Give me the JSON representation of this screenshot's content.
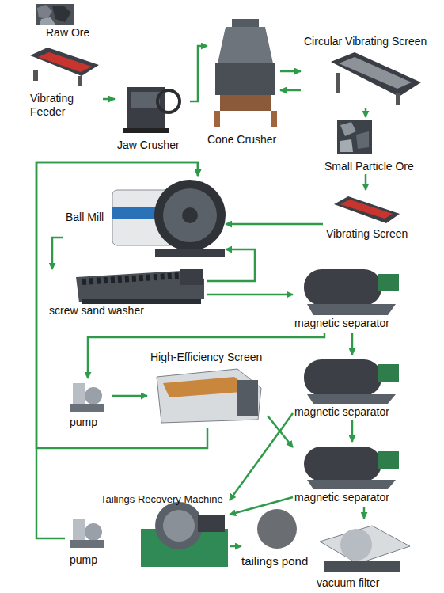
{
  "diagram": {
    "nodes": [
      {
        "text": [
          "Raw Ore"
        ]
      },
      {
        "text": [
          "Vibrating Feeder"
        ]
      },
      {
        "text": [
          "Jaw Crusher"
        ]
      },
      {
        "text": [
          "Cone Crusher"
        ]
      },
      {
        "text": [
          "Circular Vibrating Screen"
        ]
      },
      {
        "text": [
          "Small Particle Ore"
        ]
      },
      {
        "text": [
          "Ball Mill"
        ]
      },
      {
        "text": [
          "Vibrating Screen"
        ]
      },
      {
        "text": [
          "screw sand washer"
        ]
      },
      {
        "text": [
          "magnetic separator"
        ]
      },
      {
        "text": [
          "pump"
        ]
      },
      {
        "text": [
          "High-Efficiency Screen"
        ]
      },
      {
        "text": [
          "magnetic separator"
        ]
      },
      {
        "text": [
          "magnetic separator"
        ]
      },
      {
        "text": [
          "Tailings Recovery Machine"
        ]
      },
      {
        "text": [
          "pump"
        ]
      },
      {
        "text": [
          "tailings pond"
        ]
      },
      {
        "text": [
          "vacuum filter"
        ]
      }
    ],
    "edges": [
      {
        "from": 1,
        "to": 2,
        "arrow": "to"
      },
      {
        "from": 2,
        "to": 3,
        "arrow": "to"
      },
      {
        "from": 3,
        "to": 4,
        "arrow": "to"
      },
      {
        "from": 4,
        "to": 3,
        "arrow": "to"
      },
      {
        "from": 4,
        "to": 5,
        "arrow": "to"
      },
      {
        "from": 5,
        "to": 7,
        "arrow": "to"
      },
      {
        "from": 7,
        "to": 6,
        "arrow": "to"
      },
      {
        "from": 6,
        "to": 8,
        "arrow": "to"
      },
      {
        "from": 8,
        "to": 6,
        "arrow": "to"
      },
      {
        "from": 8,
        "to": 9,
        "arrow": "to"
      },
      {
        "from": 9,
        "to": 10,
        "arrow": "to"
      },
      {
        "from": 9,
        "to": 12,
        "arrow": "to"
      },
      {
        "from": 10,
        "to": 11,
        "arrow": "to"
      },
      {
        "from": 11,
        "to": 13,
        "arrow": "to"
      },
      {
        "from": 11,
        "to": 6,
        "arrow": "to"
      },
      {
        "from": 12,
        "to": 13,
        "arrow": "to"
      },
      {
        "from": 12,
        "to": 14,
        "arrow": "to"
      },
      {
        "from": 13,
        "to": 14,
        "arrow": "to"
      },
      {
        "from": 13,
        "to": 17,
        "arrow": "to"
      },
      {
        "from": 14,
        "to": 16,
        "arrow": "to"
      },
      {
        "from": 15,
        "to": 6,
        "arrow": "to"
      }
    ]
  }
}
